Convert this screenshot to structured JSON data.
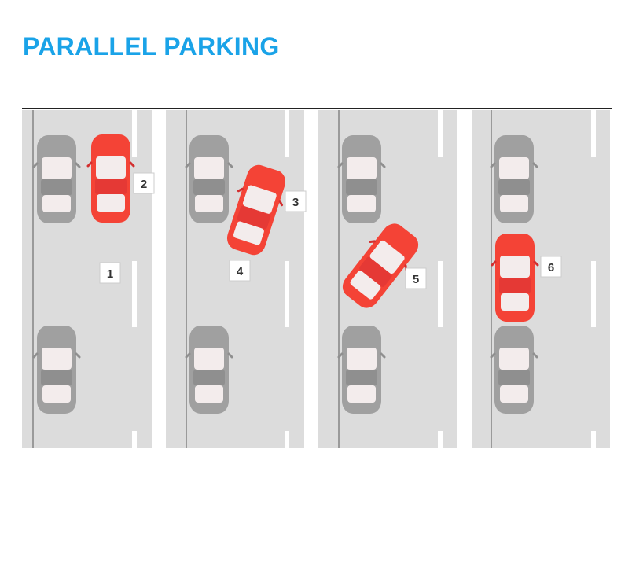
{
  "title": "PARALLEL PARKING",
  "colors": {
    "title": "#1aa3e8",
    "road": "#dcdcdc",
    "curb_line": "#9a9a9a",
    "lane_mark": "#ffffff",
    "parked_car": "#a0a0a0",
    "active_car": "#f44336",
    "window": "#f3ecec",
    "top_border": "#222222"
  },
  "panels": [
    {
      "step_labels": [
        "2",
        "1"
      ]
    },
    {
      "step_labels": [
        "3",
        "4"
      ]
    },
    {
      "step_labels": [
        "5"
      ]
    },
    {
      "step_labels": [
        "6"
      ]
    }
  ]
}
